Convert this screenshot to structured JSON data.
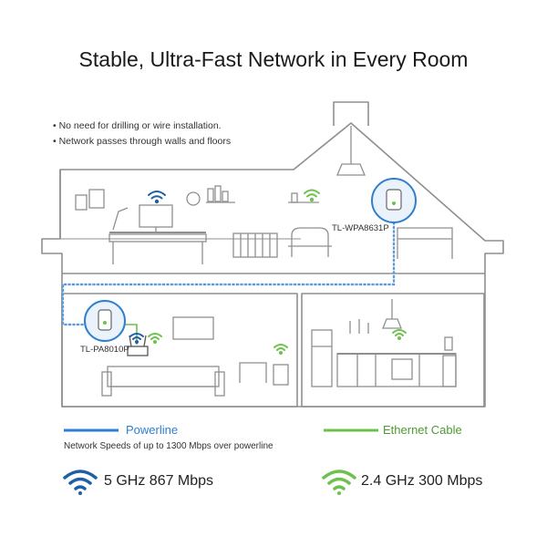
{
  "title": "Stable, Ultra-Fast Network in Every Room",
  "bullets": [
    "No need for drilling or wire installation.",
    "Network passes through walls and floors"
  ],
  "devices": {
    "upstairs": "TL-WPA8631P",
    "downstairs": "TL-PA8010P"
  },
  "legend": {
    "powerline": "Powerline",
    "ethernet": "Ethernet Cable",
    "speed_note": "Network Speeds of up to 1300 Mbps over powerline"
  },
  "bands": {
    "band5": "5 GHz  867 Mbps",
    "band24": "2.4 GHz  300 Mbps"
  },
  "colors": {
    "powerline": "#2f7fd0",
    "ethernet": "#6cc24a",
    "wifi_5ghz": "#1f5fa6",
    "wifi_24ghz": "#6cc24a",
    "outline": "#8a8a8a"
  },
  "icons": [
    "wifi-5ghz-icon",
    "wifi-24ghz-icon",
    "powerline-adapter-icon"
  ]
}
